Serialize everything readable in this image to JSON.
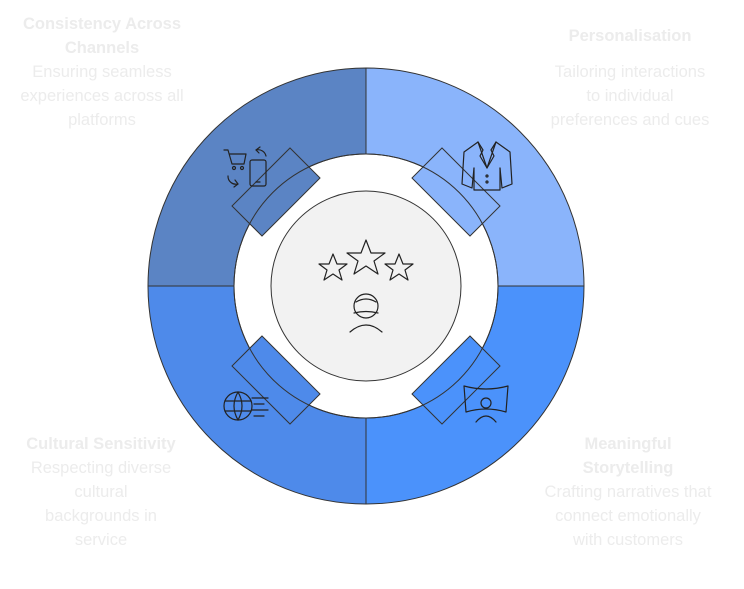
{
  "center": {
    "icon": "stars-and-face-icon"
  },
  "segments": [
    {
      "id": "consistency",
      "title": "Consistency Across Channels",
      "description": "Ensuring seamless experiences across all platforms",
      "color": "#5b84c4",
      "icon": "cart-phone-cycle-icon"
    },
    {
      "id": "personalisation",
      "title": "Personalisation",
      "description": "Tailoring interactions to individual preferences and cues",
      "color": "#8ab4fb",
      "icon": "suit-jacket-icon"
    },
    {
      "id": "cultural",
      "title": "Cultural Sensitivity",
      "description": "Respecting diverse cultural backgrounds in service",
      "color": "#4e8aea",
      "icon": "globe-scroll-icon"
    },
    {
      "id": "storytelling",
      "title": "Meaningful Storytelling",
      "description": "Crafting narratives that connect emotionally with customers",
      "color": "#4b92fb",
      "icon": "storyteller-screen-icon"
    }
  ],
  "colors": {
    "ring_gap": "#ffffff",
    "center_fill": "#f2f2f2",
    "outline": "#333333",
    "label_text": "#ececec"
  }
}
